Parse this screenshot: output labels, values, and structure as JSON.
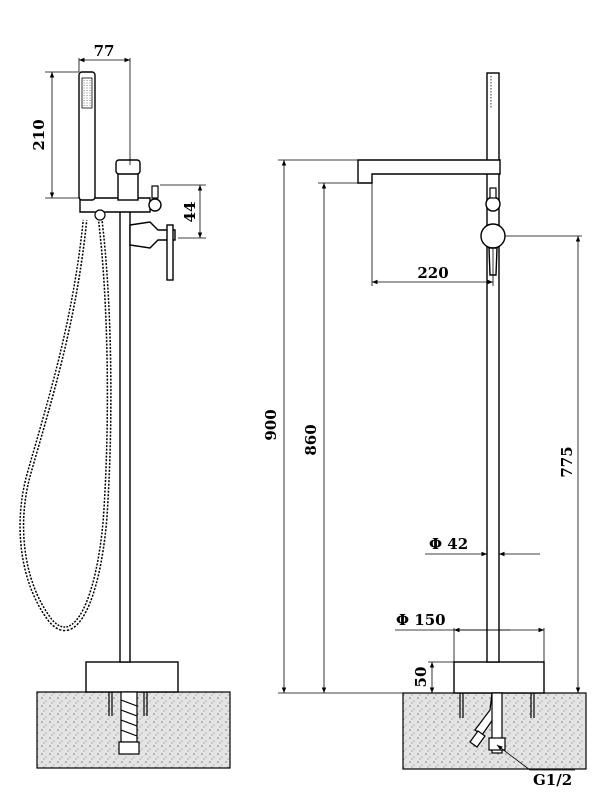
{
  "dimensions": {
    "shower_head_width": "77",
    "shower_head_height": "210",
    "diverter_height": "44",
    "total_height": "900",
    "spout_height": "860",
    "handle_height": "775",
    "spout_reach": "220",
    "pipe_diameter": "Φ 42",
    "base_diameter": "Φ 150",
    "base_height": "50",
    "thread_size": "G1/2"
  },
  "colors": {
    "line": "#000000",
    "concrete": "#e4e4e4",
    "background": "#ffffff"
  }
}
